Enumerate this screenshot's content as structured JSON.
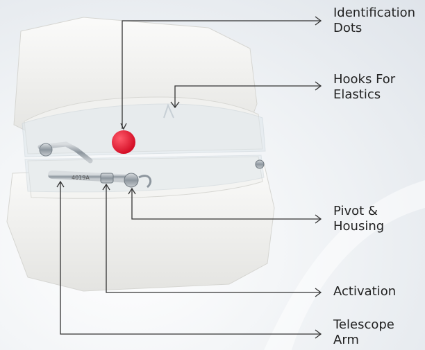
{
  "colors": {
    "background": "#eef1f4",
    "model_plaster": "#f3f3f1",
    "aligner_clear": "#dfe7ec",
    "identification_dot": "#e8102a",
    "hardware_metal": "#9aa3ab",
    "leader_line": "#333333"
  },
  "callouts": [
    {
      "id": "identification-dots",
      "label": "Identification\nDots"
    },
    {
      "id": "hooks-for-elastics",
      "label": "Hooks For\nElastics"
    },
    {
      "id": "pivot-housing",
      "label": "Pivot &\nHousing"
    },
    {
      "id": "activation",
      "label": "Activation"
    },
    {
      "id": "telescope-arm",
      "label": "Telescope\nArm"
    }
  ],
  "engraving": "4019A"
}
